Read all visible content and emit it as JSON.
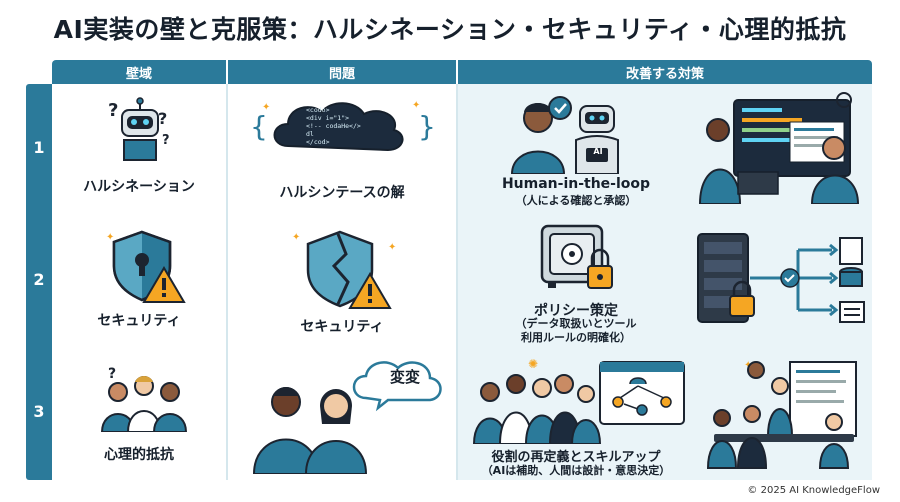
{
  "title": "AI実装の壁と克服策：ハルシネーション・セキュリティ・心理的抵抗",
  "header": {
    "col1": "壁域",
    "col2": "問題",
    "col3": "改善する対策"
  },
  "rows": [
    {
      "number": "1",
      "wall": "ハルシネーション",
      "problem": "ハルシンテースの解",
      "code_lines": [
        "<codo>",
        "<div i=\"1\">",
        "<!-- codaHe</>",
        "dl",
        "</cod>"
      ],
      "ai_badge": "AI",
      "solution_title": "Human-in-the-loop",
      "solution_sub": "（人による確認と承認）"
    },
    {
      "number": "2",
      "wall": "セキュリティ",
      "problem": "セキュリティ",
      "solution_title": "ポリシー策定",
      "solution_sub": "（データ取扱いとツール",
      "solution_sub2": "利用ルールの明確化）"
    },
    {
      "number": "3",
      "wall": "心理的抵抗",
      "problem_bubble": "変変",
      "solution_title": "役割の再定義とスキルアップ",
      "solution_sub": "（AIは補助、人間は設計・意思決定）"
    }
  ],
  "copyright": "© 2025 AI KnowledgeFlow",
  "colors": {
    "header": "#2b7a9a",
    "accent": "#2b7a9a",
    "warning": "#f5a623",
    "row_bg": "#eaf4f8"
  }
}
